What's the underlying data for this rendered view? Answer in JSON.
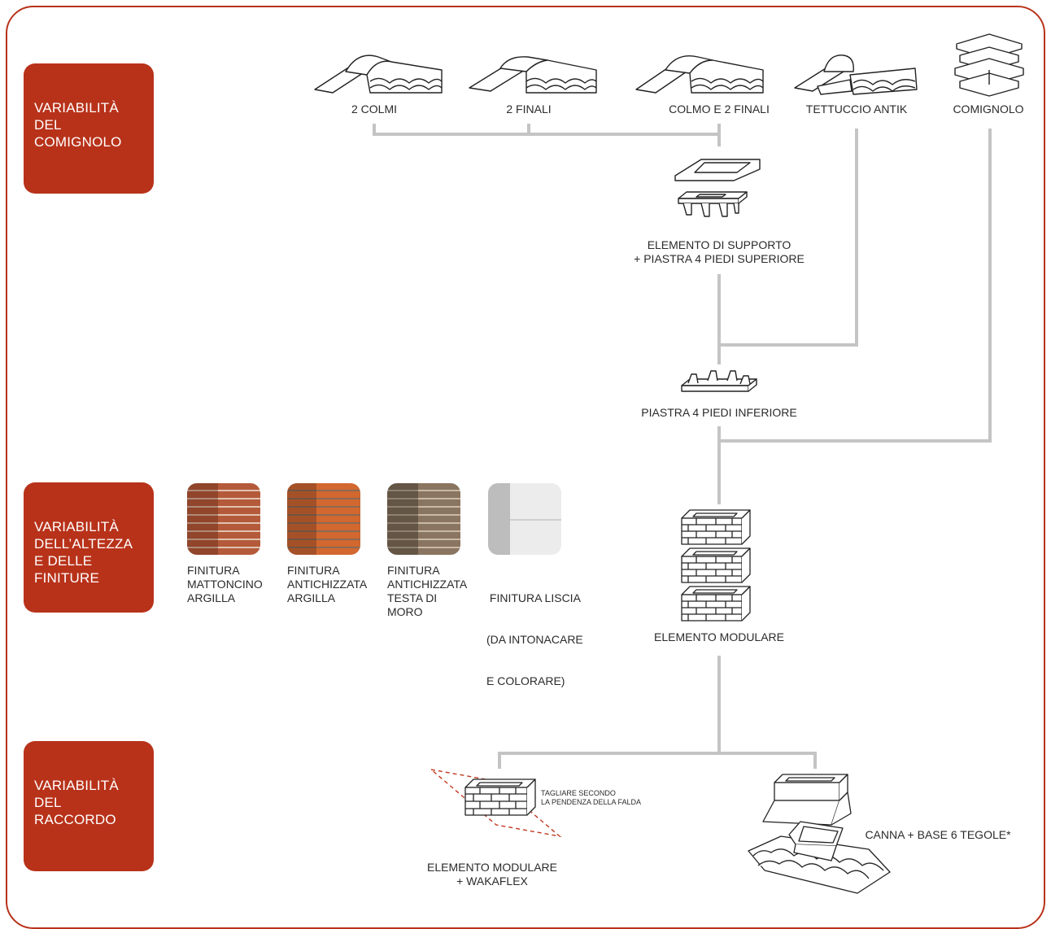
{
  "sections": {
    "comignolo": [
      "VARIABILITÀ",
      "DEL",
      "COMIGNOLO"
    ],
    "altezza": [
      "VARIABILITÀ",
      "DELL’ALTEZZA",
      "E DELLE",
      "FINITURE"
    ],
    "raccordo": [
      "VARIABILITÀ",
      "DEL",
      "RACCORDO"
    ]
  },
  "caps": {
    "two_colmi": "2 COLMI",
    "two_finali": "2 FINALI",
    "colmo_finali": "COLMO E 2 FINALI",
    "tettuccio": "TETTUCCIO ANTIK",
    "comignolo": "COMIGNOLO"
  },
  "support": [
    "ELEMENTO DI SUPPORTO",
    "+ PIASTRA 4 PIEDI SUPERIORE"
  ],
  "piastra_inferiore": "PIASTRA 4 PIEDI INFERIORE",
  "elemento_modulare": "ELEMENTO MODULARE",
  "finishes": [
    {
      "lines": [
        "FINITURA",
        "MATTONCINO",
        "ARGILLA"
      ]
    },
    {
      "lines": [
        "FINITURA",
        "ANTICHIZZATA",
        "ARGILLA"
      ]
    },
    {
      "lines": [
        "FINITURA",
        "ANTICHIZZATA",
        "TESTA DI",
        "MORO"
      ]
    },
    {
      "lines": [
        " FINITURA LISCIA",
        "(DA INTONACARE",
        "E COLORARE)"
      ]
    }
  ],
  "raccordo": {
    "wakaflex": [
      "ELEMENTO MODULARE",
      "+ WAKAFLEX"
    ],
    "cut_note": [
      "TAGLIARE SECONDO",
      "LA PENDENZA DELLA FALDA"
    ],
    "canna": "CANNA + BASE 6 TEGOLE*"
  },
  "colors": {
    "brand": "#b8321a",
    "connector": "#c4c4c4",
    "cut_line": "#c0391f"
  }
}
